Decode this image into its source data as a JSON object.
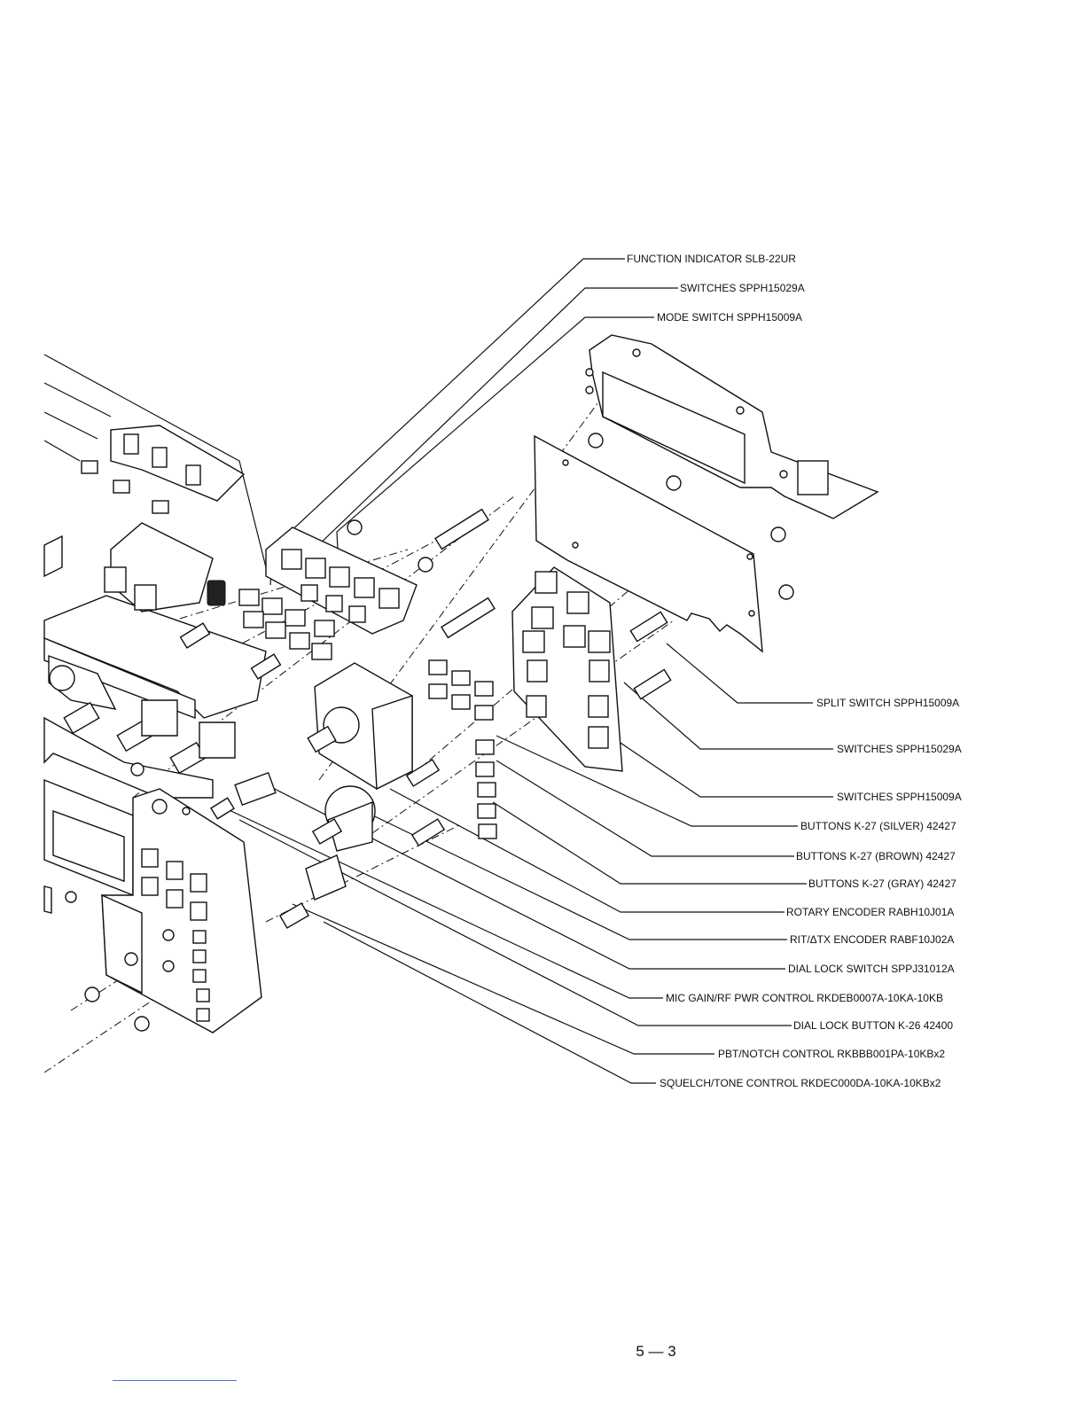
{
  "callouts": [
    {
      "id": "function-indicator",
      "text": "FUNCTION INDICATOR SLB-22UR"
    },
    {
      "id": "switches-1",
      "text": "SWITCHES SPPH15029A"
    },
    {
      "id": "mode-switch",
      "text": "MODE SWITCH SPPH15009A"
    },
    {
      "id": "split-switch",
      "text": "SPLIT SWITCH SPPH15009A"
    },
    {
      "id": "switches-2",
      "text": "SWITCHES SPPH15029A"
    },
    {
      "id": "switches-3",
      "text": "SWITCHES SPPH15009A"
    },
    {
      "id": "buttons-silver",
      "text": "BUTTONS K-27 (SILVER) 42427"
    },
    {
      "id": "buttons-brown",
      "text": "BUTTONS K-27 (BROWN) 42427"
    },
    {
      "id": "buttons-gray",
      "text": "BUTTONS K-27 (GRAY) 42427"
    },
    {
      "id": "rotary-encoder",
      "text": "ROTARY ENCODER RABH10J01A"
    },
    {
      "id": "rit-encoder",
      "text": "RIT/ΔTX ENCODER RABF10J02A"
    },
    {
      "id": "dial-lock-switch",
      "text": "DIAL LOCK SWITCH SPPJ31012A"
    },
    {
      "id": "mic-gain",
      "text": "MIC GAIN/RF PWR CONTROL RKDEB0007A-10KA-10KB"
    },
    {
      "id": "dial-lock-button",
      "text": "DIAL LOCK BUTTON K-26 42400"
    },
    {
      "id": "pbt-notch",
      "text": "PBT/NOTCH CONTROL RKBBB001PA-10KBx2"
    },
    {
      "id": "squelch-tone",
      "text": "SQUELCH/TONE CONTROL RKDEC000DA-10KA-10KBx2"
    }
  ],
  "page_number": "5 — 3"
}
